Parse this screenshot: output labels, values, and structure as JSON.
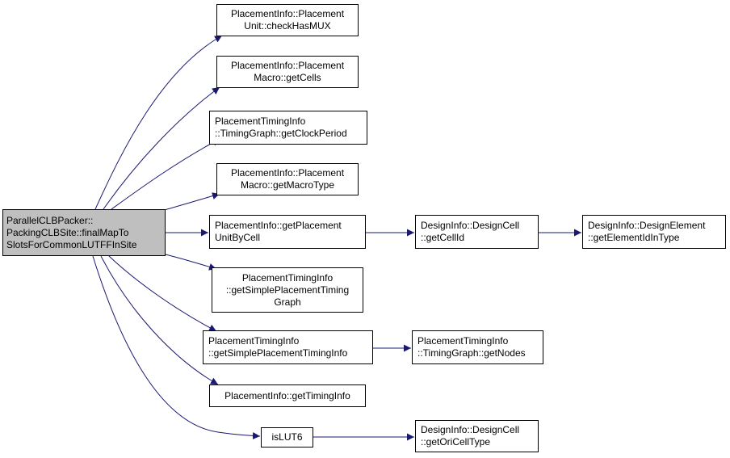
{
  "diagram": {
    "edge_color": "#191970",
    "root": {
      "label": "ParallelCLBPacker::\nPackingCLBSite::finalMapTo\nSlotsForCommonLUTFFInSite",
      "fill": "#bfbfbf"
    },
    "nodes": {
      "n1": "PlacementInfo::Placement\nUnit::checkHasMUX",
      "n2": "PlacementInfo::Placement\nMacro::getCells",
      "n3": "PlacementTimingInfo\n::TimingGraph::getClockPeriod",
      "n4": "PlacementInfo::Placement\nMacro::getMacroType",
      "n5": "PlacementInfo::getPlacement\nUnitByCell",
      "n6": "DesignInfo::DesignCell\n::getCellId",
      "n7": "DesignInfo::DesignElement\n::getElementIdInType",
      "n8": "PlacementTimingInfo\n::getSimplePlacementTiming\nGraph",
      "n9": "PlacementTimingInfo\n::getSimplePlacementTimingInfo",
      "n10": "PlacementTimingInfo\n::TimingGraph::getNodes",
      "n11": "PlacementInfo::getTimingInfo",
      "n12": "isLUT6",
      "n13": "DesignInfo::DesignCell\n::getOriCellType"
    },
    "edges": [
      [
        "root",
        "n1"
      ],
      [
        "root",
        "n2"
      ],
      [
        "root",
        "n3"
      ],
      [
        "root",
        "n4"
      ],
      [
        "root",
        "n5"
      ],
      [
        "root",
        "n8"
      ],
      [
        "root",
        "n9"
      ],
      [
        "root",
        "n11"
      ],
      [
        "root",
        "n12"
      ],
      [
        "n5",
        "n6"
      ],
      [
        "n6",
        "n7"
      ],
      [
        "n9",
        "n10"
      ],
      [
        "n12",
        "n13"
      ]
    ]
  }
}
